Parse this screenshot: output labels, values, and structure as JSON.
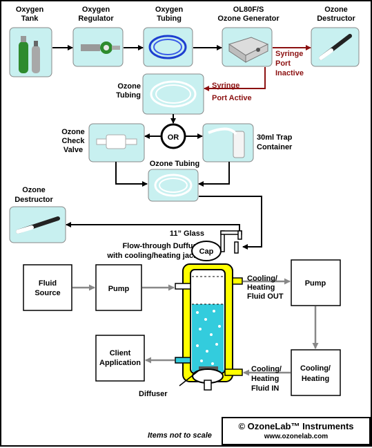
{
  "labels": {
    "oxygen_tank": [
      "Oxygen",
      "Tank"
    ],
    "oxygen_regulator": [
      "Oxygen",
      "Regulator"
    ],
    "oxygen_tubing": [
      "Oxygen",
      "Tubing"
    ],
    "generator": [
      "OL80F/S",
      "Ozone Generator"
    ],
    "ozone_destructor_top": [
      "Ozone",
      "Destructor"
    ],
    "syringe_inactive": [
      "Syringe",
      "Port",
      "Inactive"
    ],
    "syringe_active": [
      "Syringe",
      "Port Active"
    ],
    "ozone_tubing_1": [
      "Ozone",
      "Tubing"
    ],
    "or": "OR",
    "check_valve": [
      "Ozone",
      "Check",
      "Valve"
    ],
    "trap": [
      "30ml Trap",
      "Container"
    ],
    "ozone_tubing_2": "Ozone Tubing",
    "ozone_destructor_left": [
      "Ozone",
      "Destructor"
    ],
    "diffuser_title": [
      "11” Glass",
      "Flow-through Duffuser",
      "with cooling/heating jacket"
    ],
    "cap": "Cap",
    "cooling_out": [
      "Cooling/",
      "Heating",
      "Fluid OUT"
    ],
    "cooling_in": [
      "Cooling/",
      "Heating",
      "Fluid IN"
    ],
    "diffuser": "Diffuser"
  },
  "boxes": {
    "fluid_source": [
      "Fluid",
      "Source"
    ],
    "pump_left": "Pump",
    "pump_right": "Pump",
    "client": [
      "Client",
      "Application"
    ],
    "cooling_heating": [
      "Cooling/",
      "Heating"
    ]
  },
  "footer": {
    "brand": "© OzoneLab™ Instruments",
    "url": "www.ozonelab.com",
    "note": "Items not to scale"
  },
  "colors": {
    "image_bg": "#c8f0f0",
    "jacket": "#ffff00",
    "fluid": "#33ccdd",
    "red_text": "#8b1010",
    "arrow_gray": "#888888"
  }
}
